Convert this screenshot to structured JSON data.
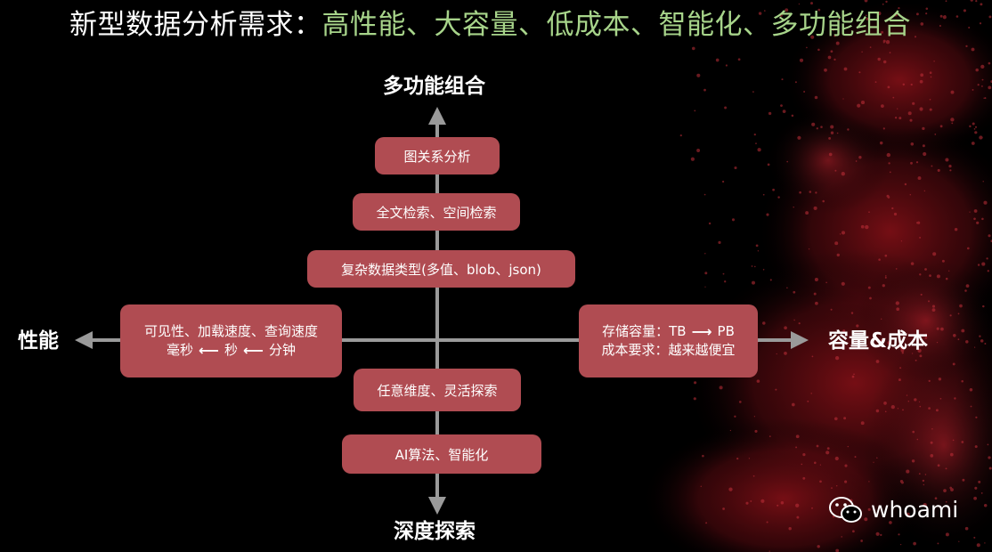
{
  "title": {
    "prefix": "新型数据分析需求：",
    "suffix": "高性能、大容量、低成本、智能化、多功能组合"
  },
  "axes": {
    "top": "多功能组合",
    "bottom": "深度探索",
    "left": "性能",
    "right": "容量&成本"
  },
  "boxes": {
    "graph": "图关系分析",
    "fulltext": "全文检索、空间检索",
    "complex": "复杂数据类型(多值、blob、json)",
    "dimension": "任意维度、灵活探索",
    "ai": "AI算法、智能化",
    "performance": {
      "line1": "可见性、加载速度、查询速度",
      "unit1": "毫秒",
      "unit2": "秒",
      "unit3": "分钟"
    },
    "capacity": {
      "line1_prefix": "存储容量：TB",
      "line1_suffix": "PB",
      "line2": "成本要求：越来越便宜"
    }
  },
  "watermark": {
    "name": "whoami",
    "icon": "wechat-icon"
  },
  "colors": {
    "background": "#000000",
    "box_fill": "#b04c52",
    "title_accent": "#a7d48a",
    "axis": "#9a9a9a"
  }
}
